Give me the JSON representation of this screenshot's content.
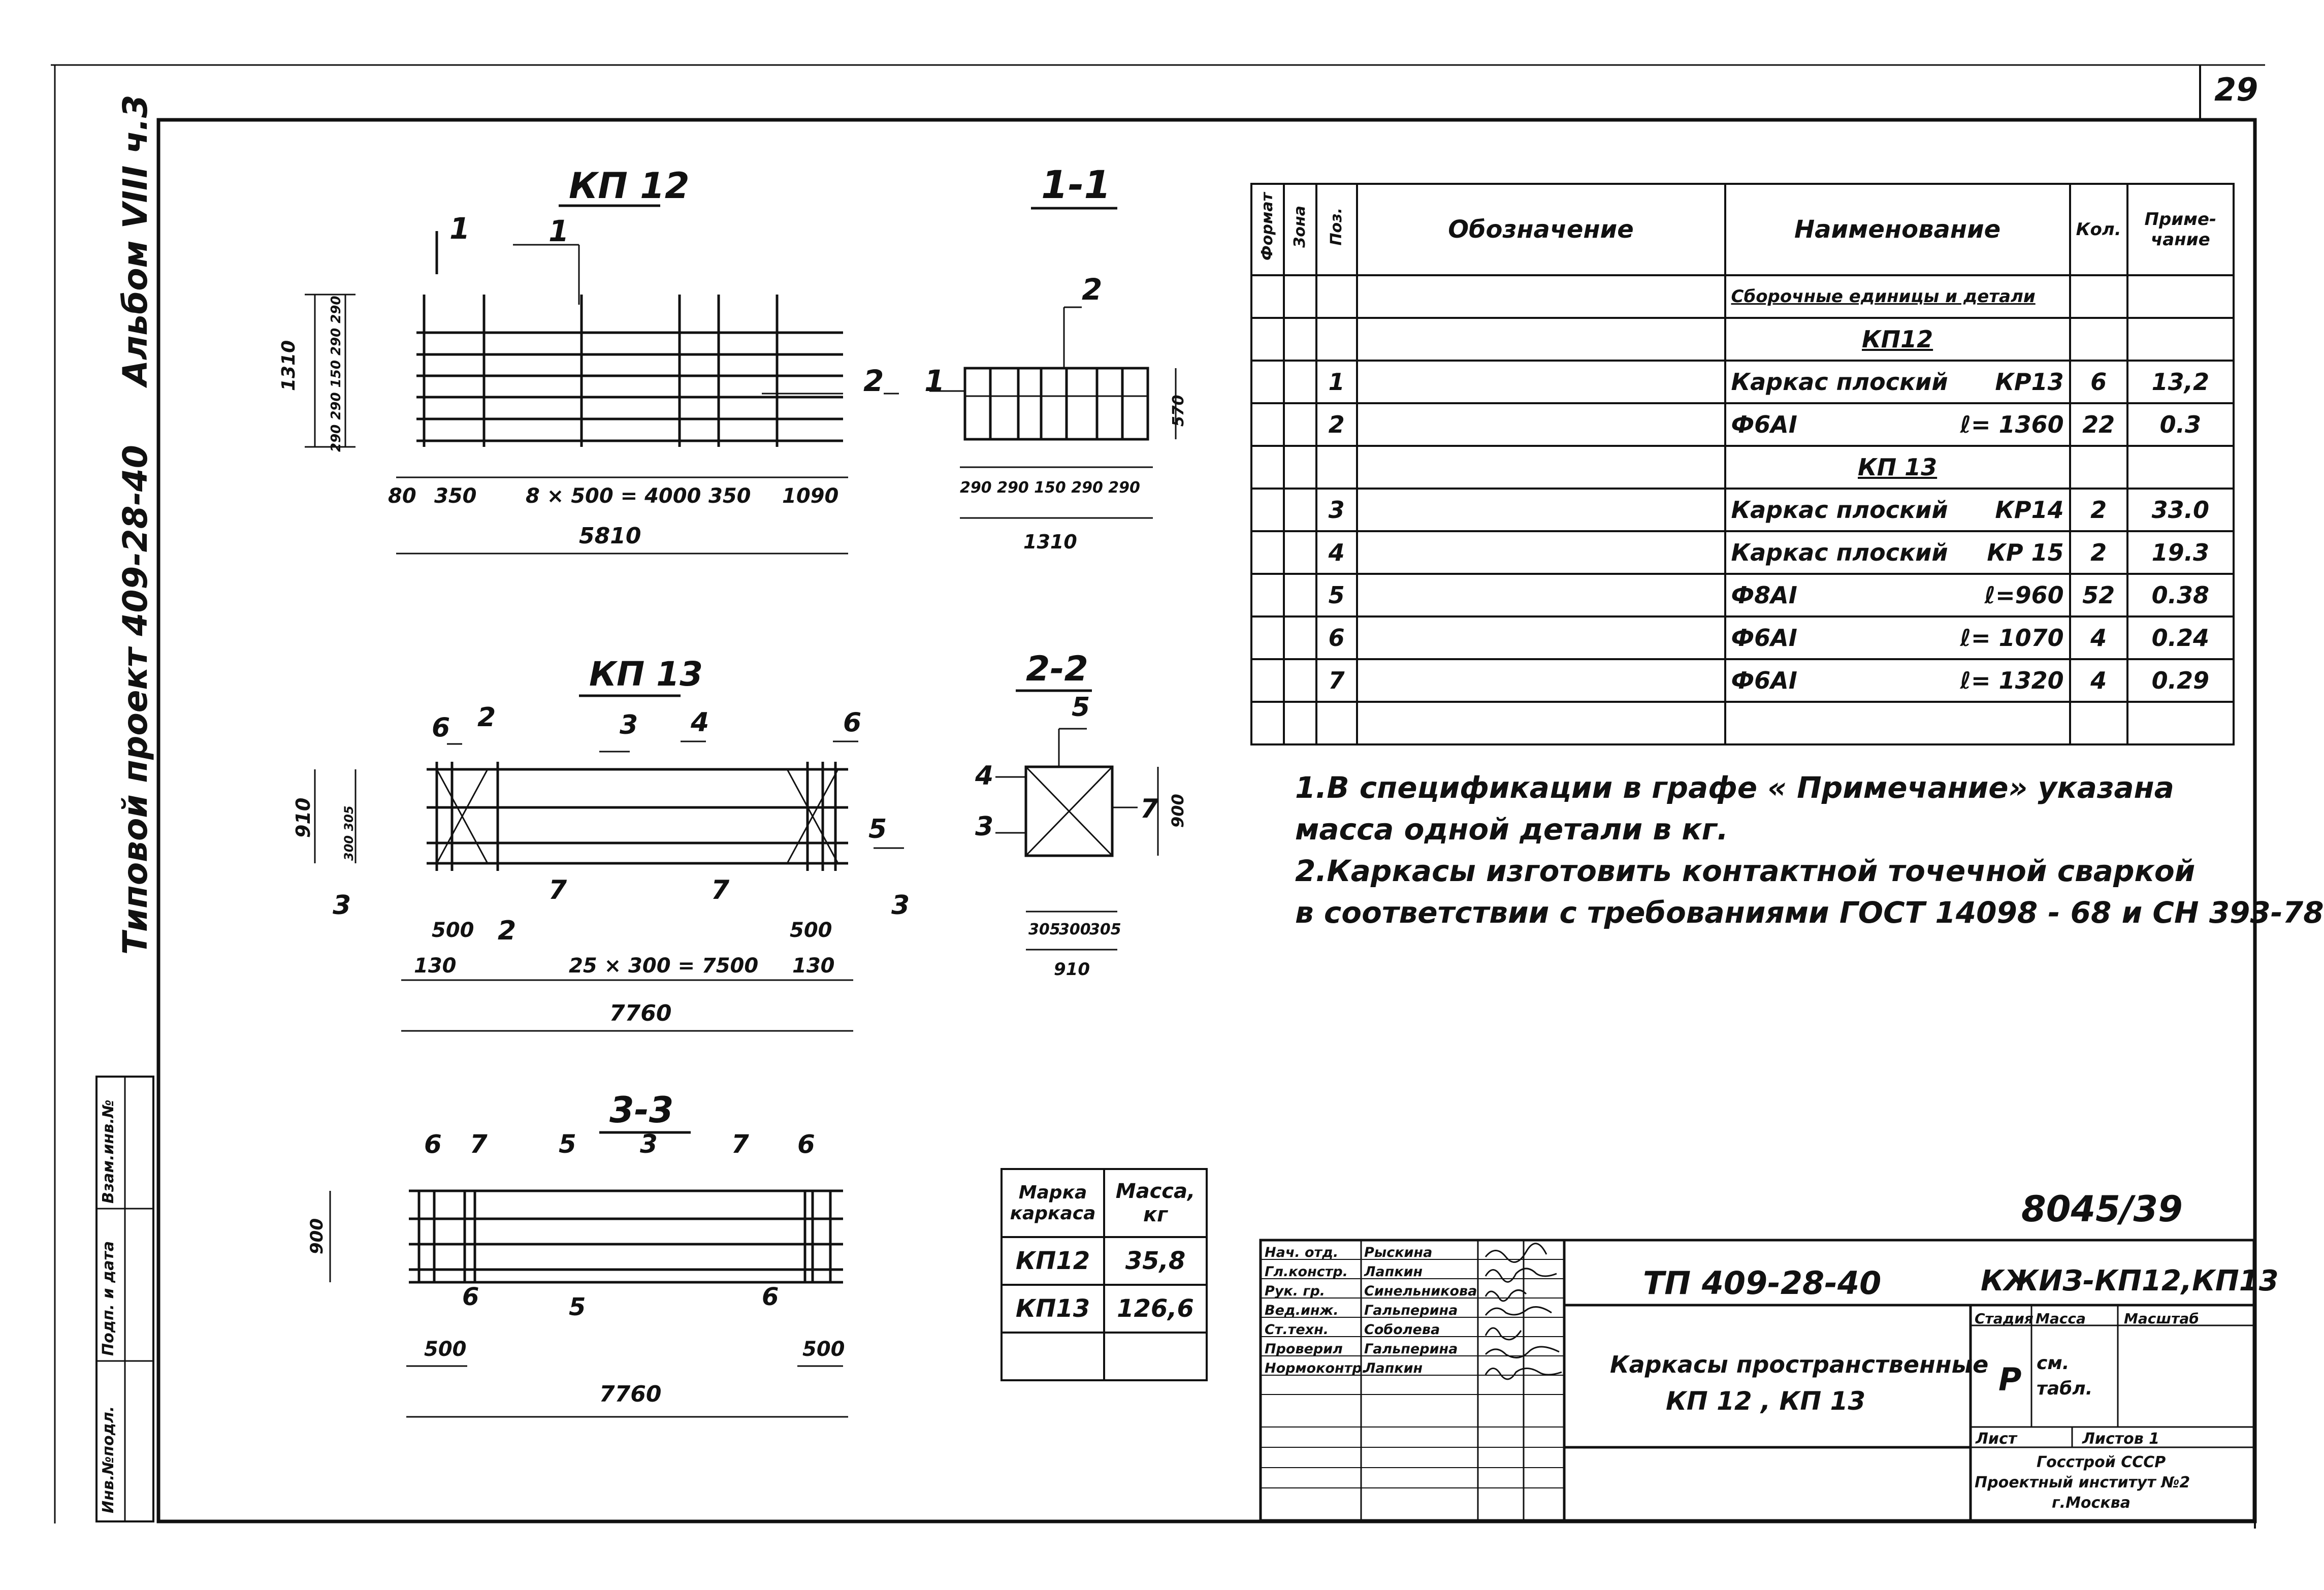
{
  "sheet_number": "29",
  "side": {
    "album": "Альбом VIII ч.3",
    "project": "Типовой проект 409-28-40",
    "stamp_labels": [
      "Инв.№подл.",
      "Подп. и дата",
      "Взам.инв.№"
    ]
  },
  "drawings": {
    "kp12": {
      "title": "КП 12",
      "section_mark": "1",
      "pos_mark_1": "1",
      "pos_mark_2": "2",
      "height_dim": "1310",
      "sub_dims_vertical": "290 290 150 290 290",
      "dims_bottom": [
        "80",
        "350",
        "8 × 500 = 4000",
        "350",
        "1090"
      ],
      "total": "5810"
    },
    "sec11": {
      "title": "1-1",
      "mark_1": "1",
      "mark_2": "2",
      "height_dim": "570",
      "dims_bottom": "290 290 150 290 290",
      "total": "1310"
    },
    "kp13": {
      "title": "КП 13",
      "marks": [
        "6",
        "2",
        "3",
        "4",
        "6",
        "5",
        "7",
        "7",
        "2",
        "3",
        "3"
      ],
      "height_dim": "910",
      "sub_dims_vertical": "300 305",
      "dims_bottom": [
        "500",
        "500"
      ],
      "dims_bottom2": [
        "130",
        "25 × 300 = 7500",
        "130"
      ],
      "total": "7760"
    },
    "sec22": {
      "title": "2-2",
      "mark_top": "5",
      "mark_4": "4",
      "mark_3": "3",
      "mark_7": "7",
      "height_dim": "900",
      "dims_bottom": [
        "305",
        "300",
        "305"
      ],
      "total": "910"
    },
    "sec33": {
      "title": "3-3",
      "marks_top": [
        "6",
        "7",
        "5",
        "3",
        "7",
        "6"
      ],
      "marks_bottom": [
        "6",
        "5",
        "6"
      ],
      "height_dim": "900",
      "dims_bottom": [
        "500",
        "500"
      ],
      "total": "7760"
    }
  },
  "spec": {
    "headers": {
      "format": "Формат",
      "zone": "Зона",
      "pos": "Поз.",
      "designation": "Обозначение",
      "name": "Наименование",
      "qty": "Кол.",
      "note": "Приме-чание"
    },
    "rows": [
      {
        "pos": "",
        "name": "Сборочные единицы и детали",
        "detail": "",
        "qty": "",
        "note": "",
        "style": "ul"
      },
      {
        "pos": "",
        "name": "КП12",
        "detail": "",
        "qty": "",
        "note": "",
        "style": "center-ul"
      },
      {
        "pos": "1",
        "name": "Каркас плоский",
        "detail": "КР13",
        "qty": "6",
        "note": "13,2"
      },
      {
        "pos": "2",
        "name": "Ф6АI",
        "detail": "ℓ= 1360",
        "qty": "22",
        "note": "0.3"
      },
      {
        "pos": "",
        "name": "КП 13",
        "detail": "",
        "qty": "",
        "note": "",
        "style": "center-ul"
      },
      {
        "pos": "3",
        "name": "Каркас плоский",
        "detail": "КР14",
        "qty": "2",
        "note": "33.0"
      },
      {
        "pos": "4",
        "name": "Каркас плоский",
        "detail": "КР 15",
        "qty": "2",
        "note": "19.3"
      },
      {
        "pos": "5",
        "name": "Ф8АI",
        "detail": "ℓ=960",
        "qty": "52",
        "note": "0.38"
      },
      {
        "pos": "6",
        "name": "Ф6АI",
        "detail": "ℓ= 1070",
        "qty": "4",
        "note": "0.24"
      },
      {
        "pos": "7",
        "name": "Ф6АI",
        "detail": "ℓ= 1320",
        "qty": "4",
        "note": "0.29"
      },
      {
        "pos": "",
        "name": "",
        "detail": "",
        "qty": "",
        "note": ""
      }
    ]
  },
  "notes": [
    "1.В спецификации в графе « Примечание» указана",
    "масса одной детали в кг.",
    "2.Каркасы изготовить контактной точечной сваркой",
    "в соответствии с требованиями ГОСТ 14098 - 68 и СН 393-78"
  ],
  "mass_table": {
    "headers": [
      "Марка каркаса",
      "Масса, кг"
    ],
    "rows": [
      [
        "КП12",
        "35,8"
      ],
      [
        "КП13",
        "126,6"
      ],
      [
        "",
        ""
      ]
    ]
  },
  "inventory_number": "8045/39",
  "title_block": {
    "project_code": "ТП 409-28-40",
    "doc_code": "КЖИЗ-КП12,КП13",
    "title_line1": "Каркасы пространственные",
    "title_line2": "КП 12 , КП 13",
    "stage_label": "Стадия",
    "mass_label": "Масса",
    "scale_label": "Масштаб",
    "stage": "Р",
    "mass": "см. табл.",
    "sheet_label": "Лист",
    "sheets_label": "Листов 1",
    "org_line1": "Госстрой СССР",
    "org_line2": "Проектный институт №2",
    "org_line3": "г.Москва",
    "people": [
      {
        "role": "Нач. отд.",
        "name": "Рыскина"
      },
      {
        "role": "Гл.констр.",
        "name": "Лапкин"
      },
      {
        "role": "Рук. гр.",
        "name": "Синельникова"
      },
      {
        "role": "Вед.инж.",
        "name": "Гальперина"
      },
      {
        "role": "Ст.техн.",
        "name": "Соболева"
      },
      {
        "role": "Проверил",
        "name": "Гальперина"
      },
      {
        "role": "Нормоконтр.",
        "name": "Лапкин"
      }
    ]
  }
}
